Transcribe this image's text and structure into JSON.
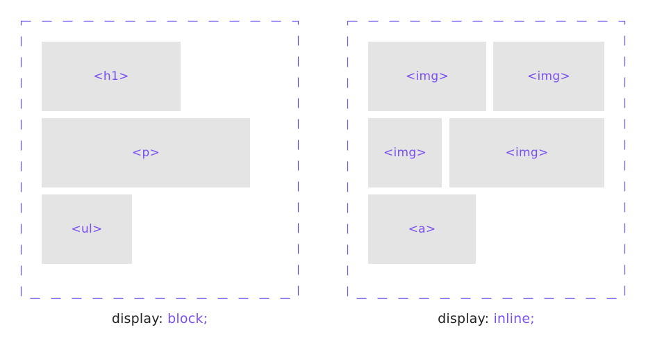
{
  "colors": {
    "accent": "#7a4ff0",
    "box_fill": "#e4e4e4",
    "text": "#222222",
    "border": "#6a4ff0"
  },
  "block_panel": {
    "elements": [
      "<h1>",
      "<p>",
      "<ul>"
    ],
    "caption_property": "display:",
    "caption_value": "block;"
  },
  "inline_panel": {
    "elements": [
      "<img>",
      "<img>",
      "<img>",
      "<img>",
      "<a>"
    ],
    "caption_property": "display:",
    "caption_value": "inline;"
  }
}
